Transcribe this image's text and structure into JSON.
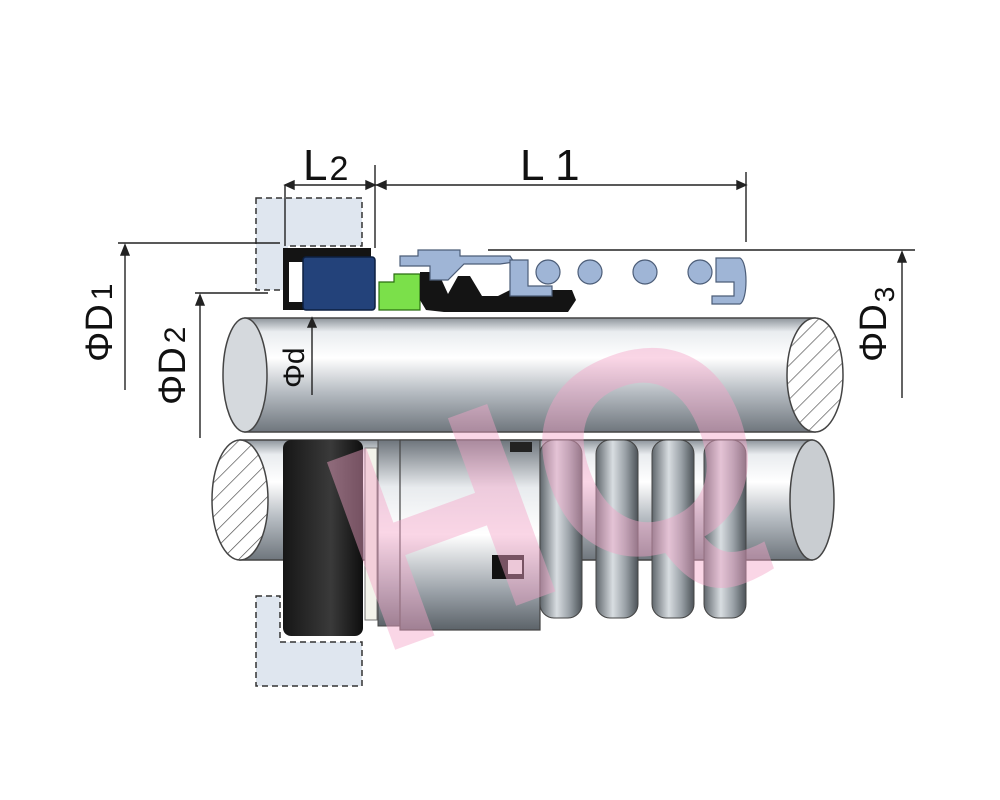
{
  "diagram": {
    "dimensions": {
      "L1": "L 1",
      "L2": {
        "main": "L",
        "sub": "2"
      },
      "D1": {
        "main": "ΦD",
        "sub": "1"
      },
      "D2": {
        "main": "ΦD",
        "sub": "2"
      },
      "D3": {
        "main": "ΦD",
        "sub": "3"
      },
      "d": "Φd"
    },
    "watermark": "HQ"
  },
  "colors": {
    "shaft": "#c9cdd1",
    "seat_insert": "#23427a",
    "ring_green": "#7be04a",
    "rubber": "#141414",
    "metal_part": "#9fb5d6",
    "gland": "#dfe6ef",
    "watermark": "#f3a5c8"
  }
}
